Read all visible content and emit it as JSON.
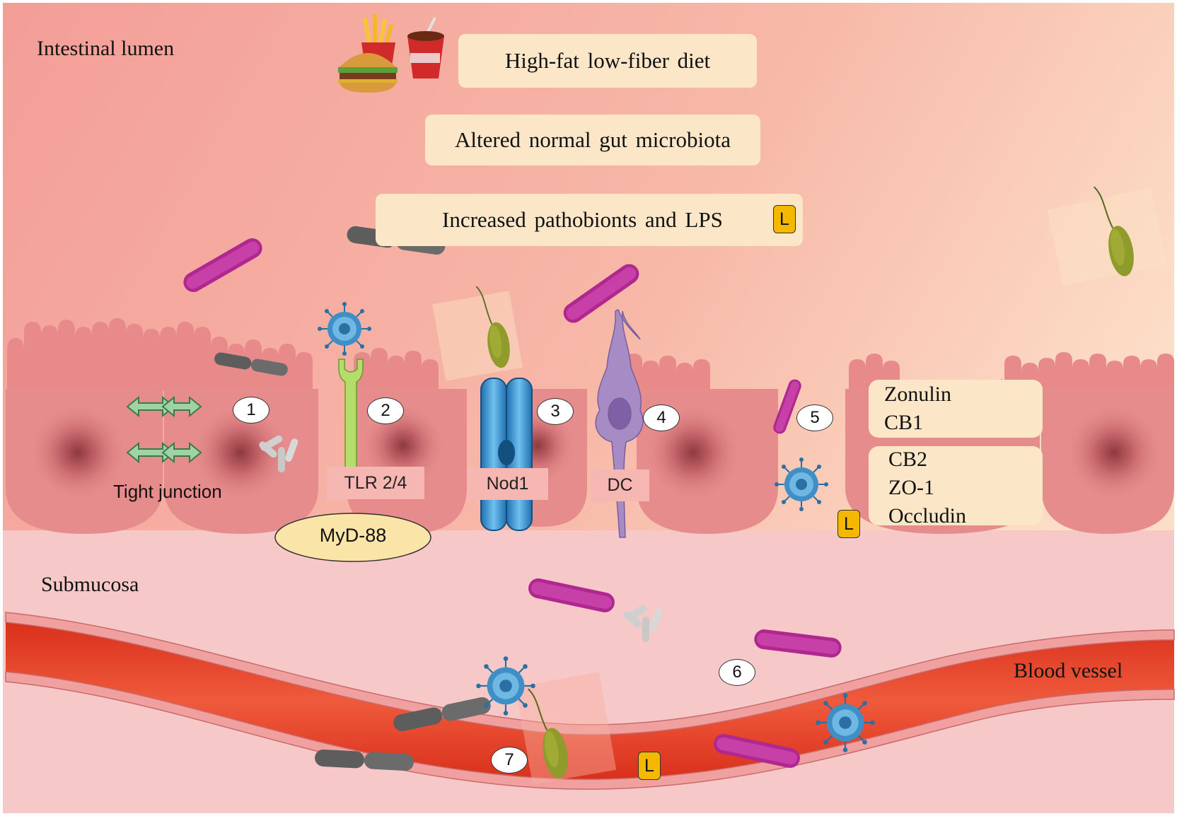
{
  "regions": {
    "lumen": "Intestinal lumen",
    "submucosa": "Submucosa",
    "blood_vessel": "Blood vessel"
  },
  "cascade": {
    "diet": "High-fat low-fiber diet",
    "microbiota": "Altered normal gut microbiota",
    "pathobionts": "Increased pathobionts and LPS"
  },
  "labels": {
    "tight_junction": "Tight junction",
    "tlr": "TLR 2/4",
    "myd88": "MyD-88",
    "nod1": "Nod1",
    "dc": "DC"
  },
  "steps": [
    "1",
    "2",
    "3",
    "4",
    "5",
    "6",
    "7"
  ],
  "lps_badge": "L",
  "markers": {
    "up": [
      "Zonulin",
      "CB1"
    ],
    "down": [
      "CB2",
      "ZO-1",
      "Occludin"
    ]
  },
  "colors": {
    "lumen_bg": "#f5a9a3",
    "epithelium": "#e88a8a",
    "submucosa_bg": "#f6c8c8",
    "blood": "#e03a20",
    "label_box": "#fbe6c8",
    "lps_badge": "#f5b800"
  },
  "icons": {
    "food": "fast-food-icon",
    "up_arrow": "up-arrow-icon",
    "down_arrow": "down-arrow-icon"
  }
}
